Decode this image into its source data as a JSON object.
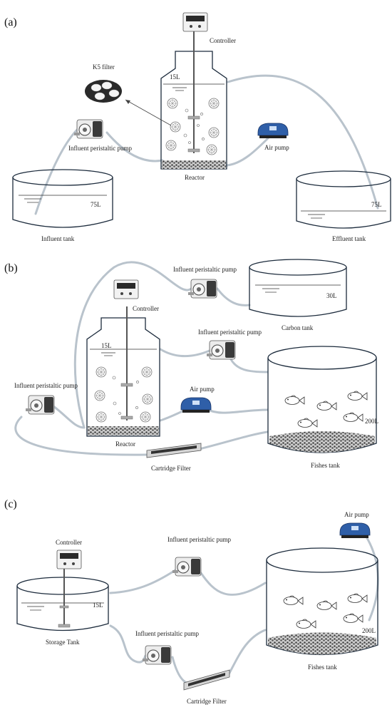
{
  "panels": [
    {
      "label": "(a)",
      "labels": {
        "controller": "Controller",
        "k5": "K5 filter",
        "reactor_vol": "15L",
        "influent_pump": "Influent peristaltic pump",
        "air_pump": "Air pump",
        "reactor": "Reactor",
        "influent_vol": "75L",
        "effluent_vol": "75L",
        "influent_tank": "Influent tank",
        "effluent_tank": "Effluent tank"
      }
    },
    {
      "label": "(b)",
      "labels": {
        "pump_top": "Influent peristaltic pump",
        "carbon_vol": "30L",
        "carbon_tank": "Carbon tank",
        "controller": "Controller",
        "pump_mid": "Influent peristaltic pump",
        "reactor_vol": "15L",
        "pump_left": "Influent peristaltic pump",
        "air_pump": "Air pump",
        "fish_vol": "200L",
        "reactor": "Reactor",
        "cartridge": "Cartridge Filter",
        "fish_tank": "Fishes tank"
      }
    },
    {
      "label": "(c)",
      "labels": {
        "air_pump": "Air pump",
        "controller": "Controller",
        "pump_top": "Influent peristaltic pump",
        "storage_vol": "15L",
        "storage_tank": "Storage Tank",
        "pump_bottom": "Influent peristaltic pump",
        "fish_vol": "200L",
        "fish_tank": "Fishes tank",
        "cartridge": "Cartridge Filter"
      }
    }
  ],
  "colors": {
    "outline": "#1c2b3c",
    "tube": "#b9c3cc",
    "air_pump_blue": "#2f5fa8",
    "pump_gray": "#e9e9e9",
    "gravel": "#555555"
  }
}
